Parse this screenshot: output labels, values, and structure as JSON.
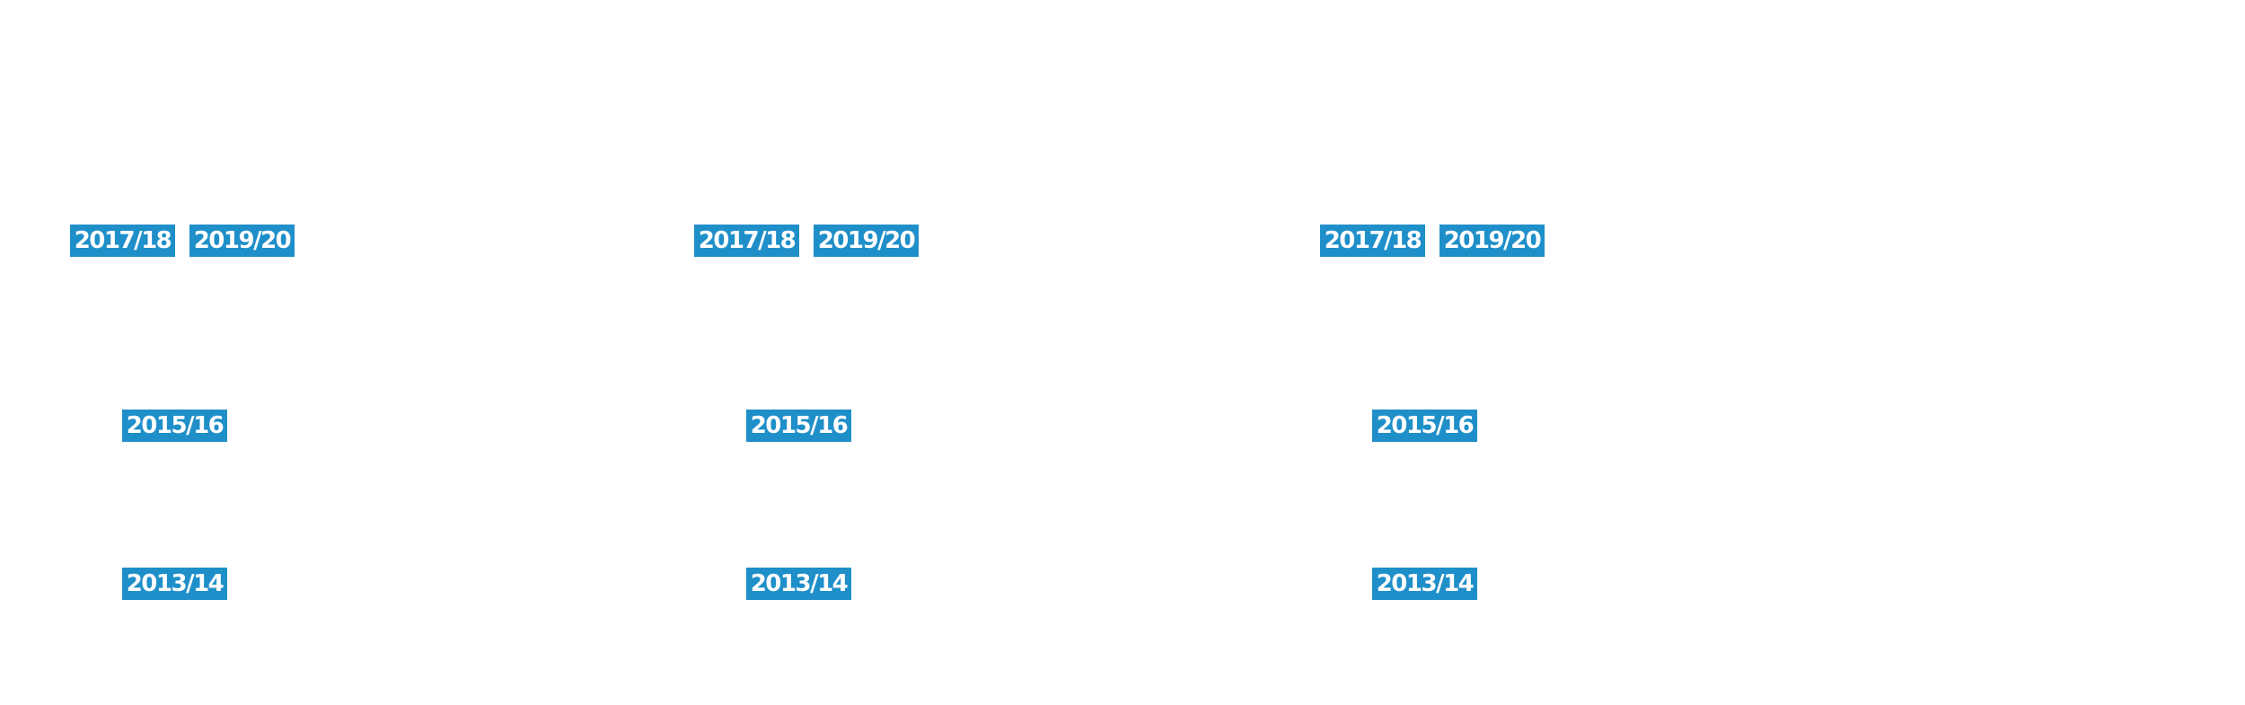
{
  "groups": [
    {
      "tags": {
        "top_left": "2017/18",
        "top_right": "2019/20",
        "middle": "2015/16",
        "bottom": "2013/14"
      }
    },
    {
      "tags": {
        "top_left": "2017/18",
        "top_right": "2019/20",
        "middle": "2015/16",
        "bottom": "2013/14"
      }
    },
    {
      "tags": {
        "top_left": "2017/18",
        "top_right": "2019/20",
        "middle": "2015/16",
        "bottom": "2013/14"
      }
    }
  ],
  "colors": {
    "tag_background": "#1f8fc9",
    "tag_text": "#ffffff",
    "page_background": "#ffffff"
  }
}
